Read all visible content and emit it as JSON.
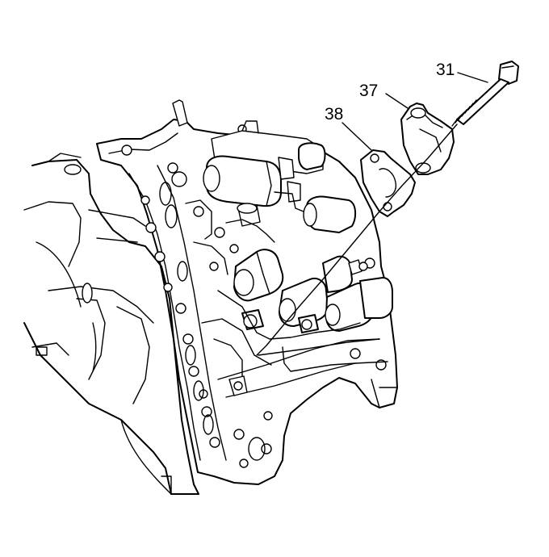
{
  "figure": {
    "callouts": [
      {
        "id": "bolt",
        "label": "31"
      },
      {
        "id": "cover",
        "label": "37"
      },
      {
        "id": "gasket",
        "label": "38"
      }
    ]
  }
}
